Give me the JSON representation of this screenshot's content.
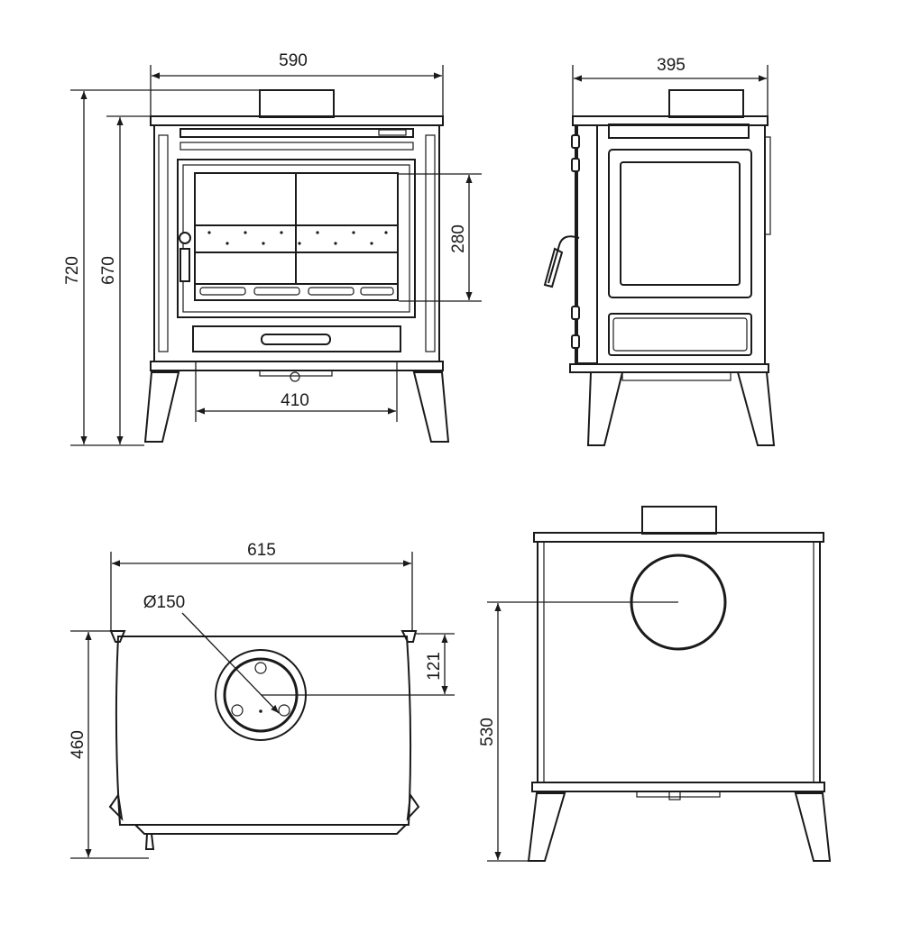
{
  "dimensions": {
    "front_width": "590",
    "side_depth": "395",
    "total_height": "720",
    "top_height": "670",
    "door_glass_height": "280",
    "leg_span": "410",
    "top_view_width": "615",
    "flue_diameter": "Ø150",
    "flue_offset": "121",
    "top_view_depth": "460",
    "rear_outlet_height": "530"
  }
}
